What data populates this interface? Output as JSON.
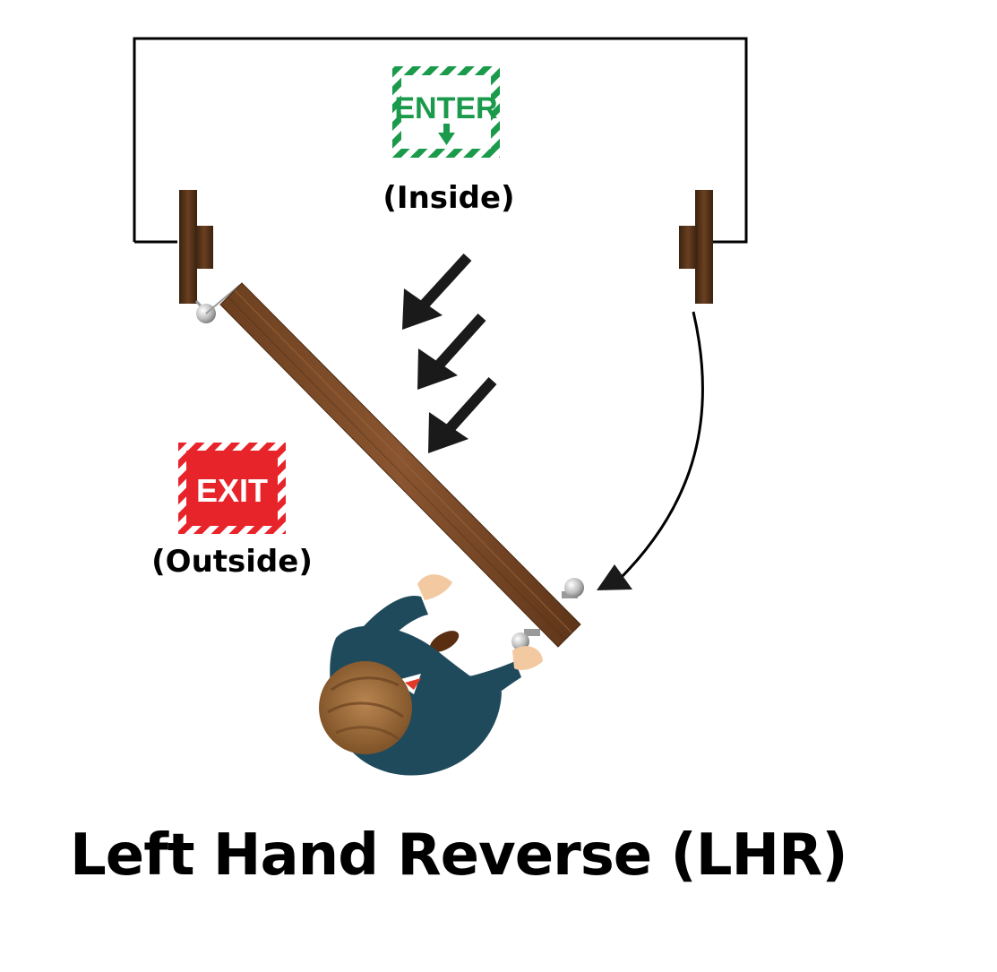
{
  "title": "Left Hand Reverse (LHR)",
  "enter_sign": {
    "text": "ENTER",
    "label": "(Inside)",
    "color": "#1a9a4a"
  },
  "exit_sign": {
    "text": "EXIT",
    "label": "(Outside)",
    "color": "#e8242b"
  },
  "colors": {
    "door_wood": "#7a4a26",
    "door_wood_dark": "#5a3418",
    "frame": "#4a2c17",
    "hinge": "#b8b8b8",
    "arrows": "#1a1a1a",
    "suit": "#1f4a5c",
    "hair": "#9a6a3a"
  },
  "icons": [
    "enter-sign-icon",
    "exit-sign-icon",
    "hinge-icon",
    "doorknob-icon",
    "person-topdown-icon",
    "push-arrow-icon",
    "swing-arrow-icon"
  ]
}
